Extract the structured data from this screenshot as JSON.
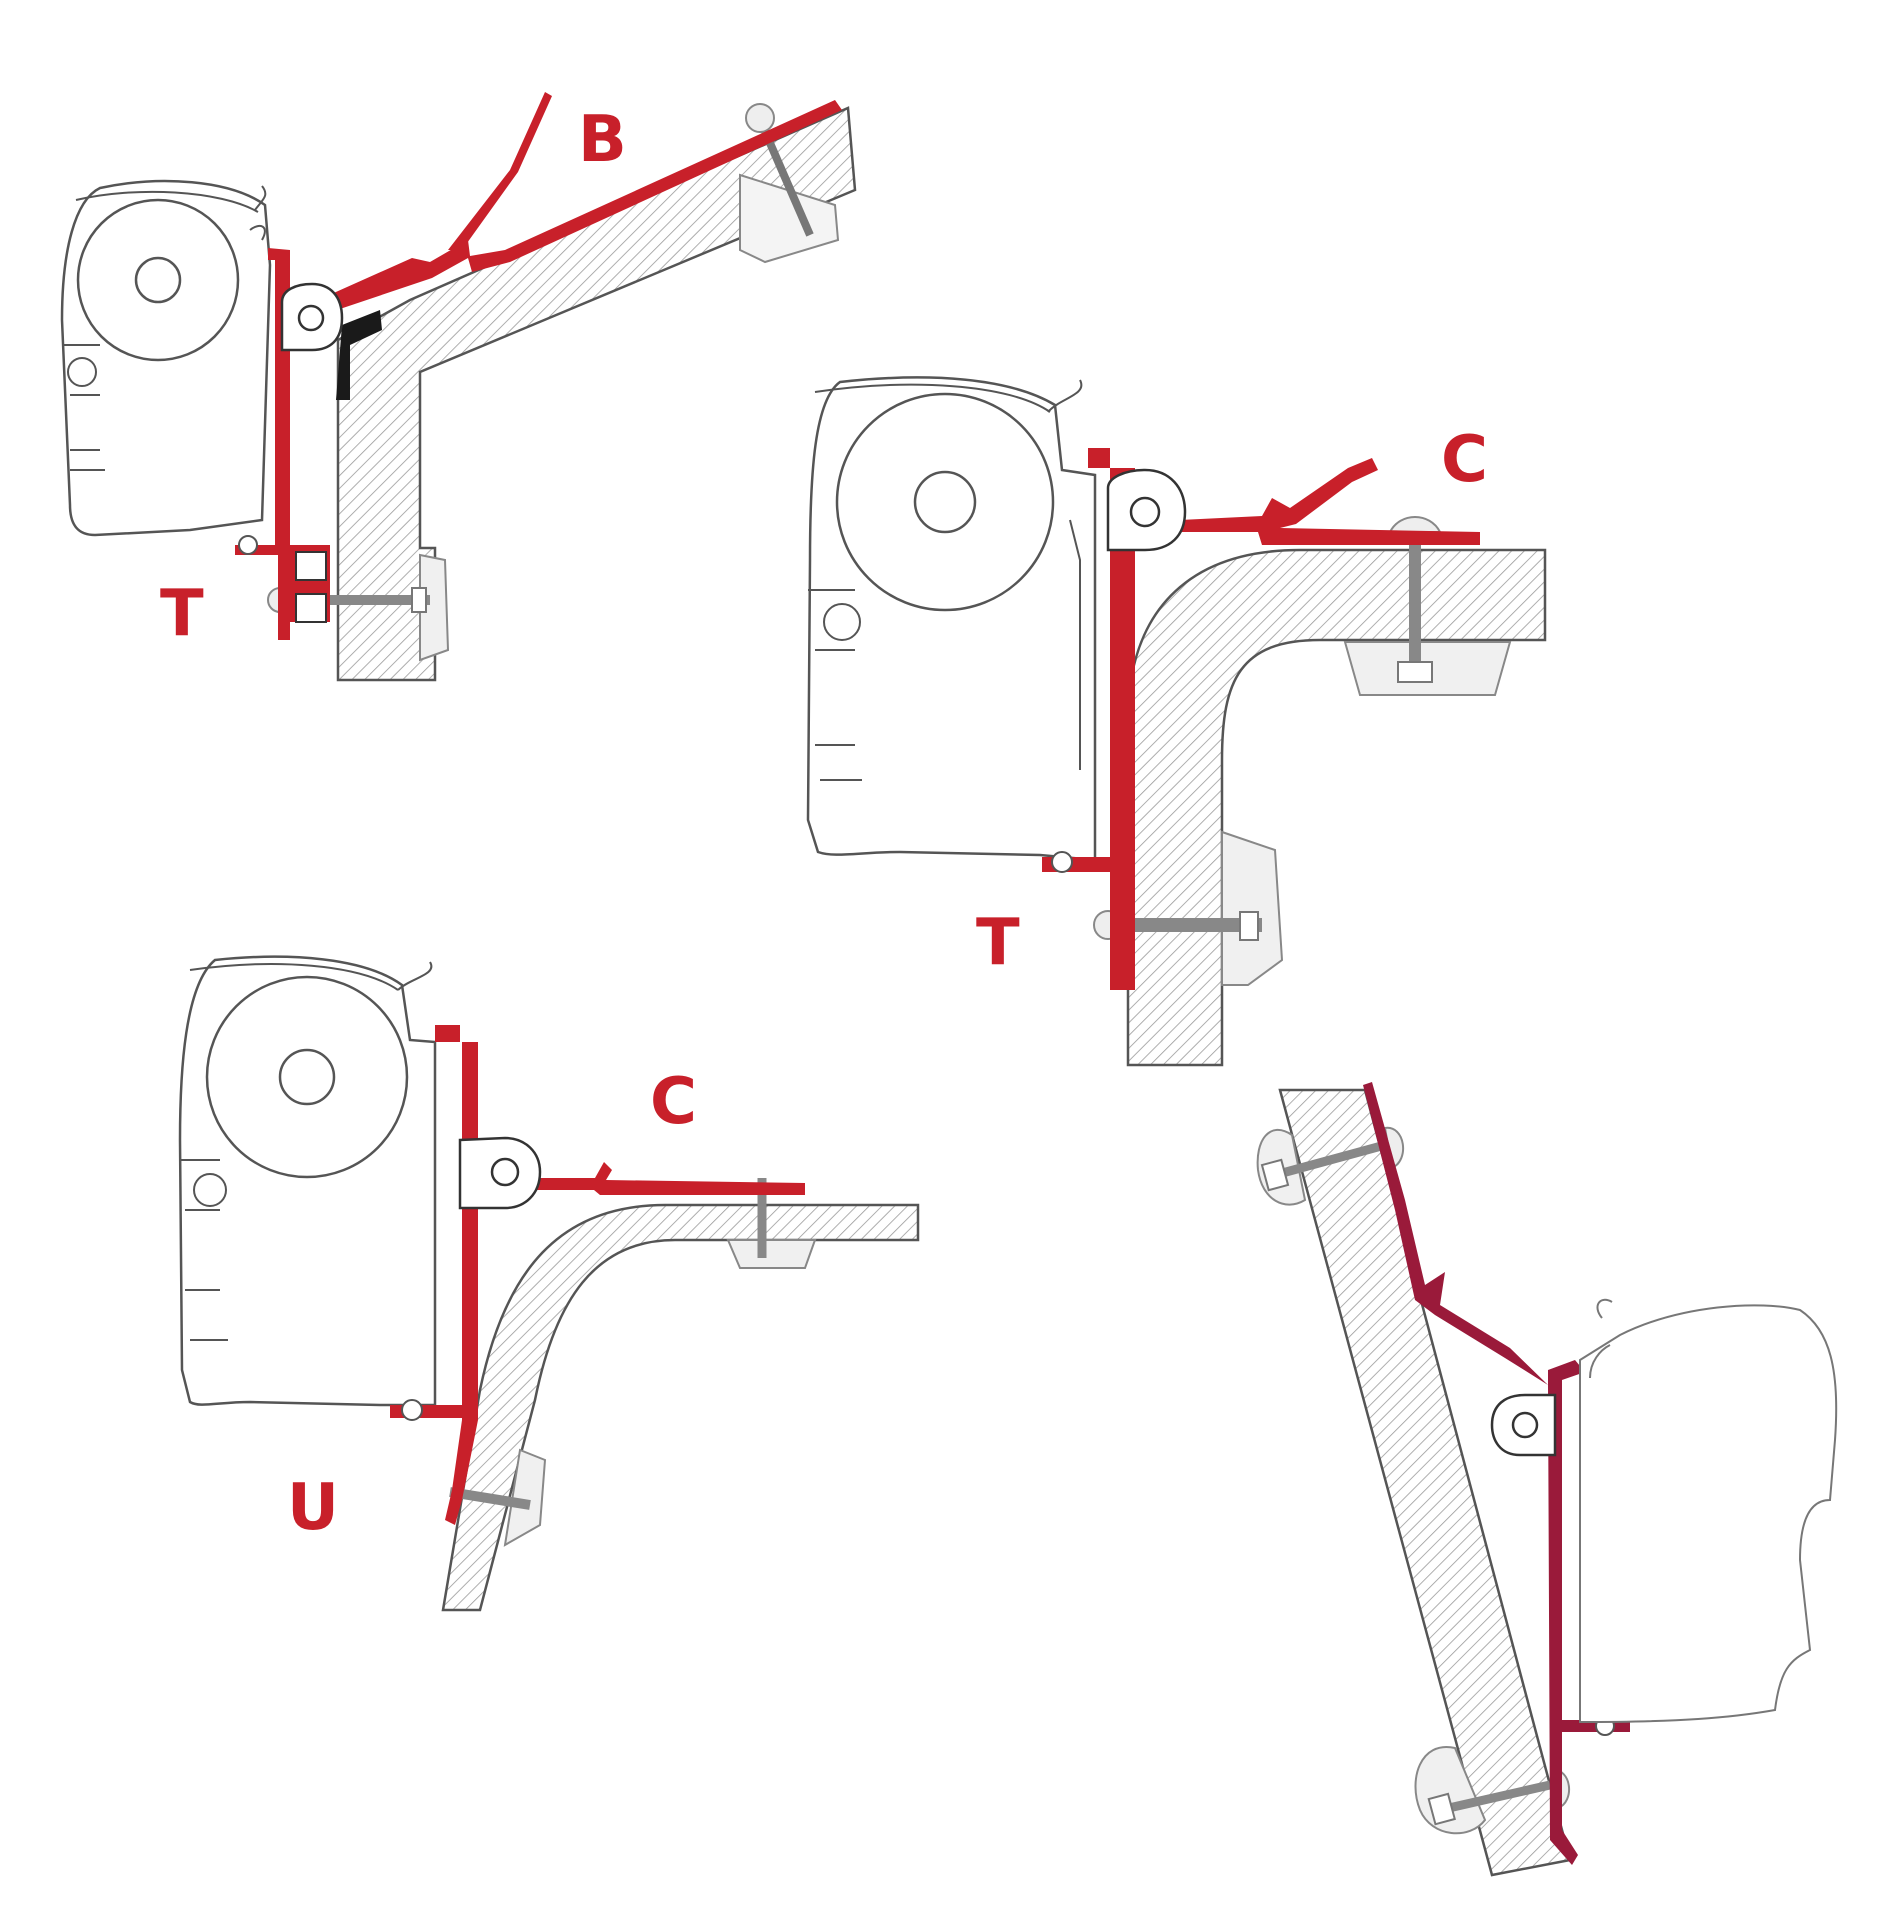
{
  "labels": {
    "b": "B",
    "c_top": "C",
    "t_left": "T",
    "t_center": "T",
    "c_bottom": "C",
    "u": "U"
  },
  "colors": {
    "bracket_red": "#c8202a",
    "bracket_dark_red": "#9a1a3a",
    "outline": "#555555",
    "hatch": "#9a9a9a",
    "background": "#ffffff"
  }
}
